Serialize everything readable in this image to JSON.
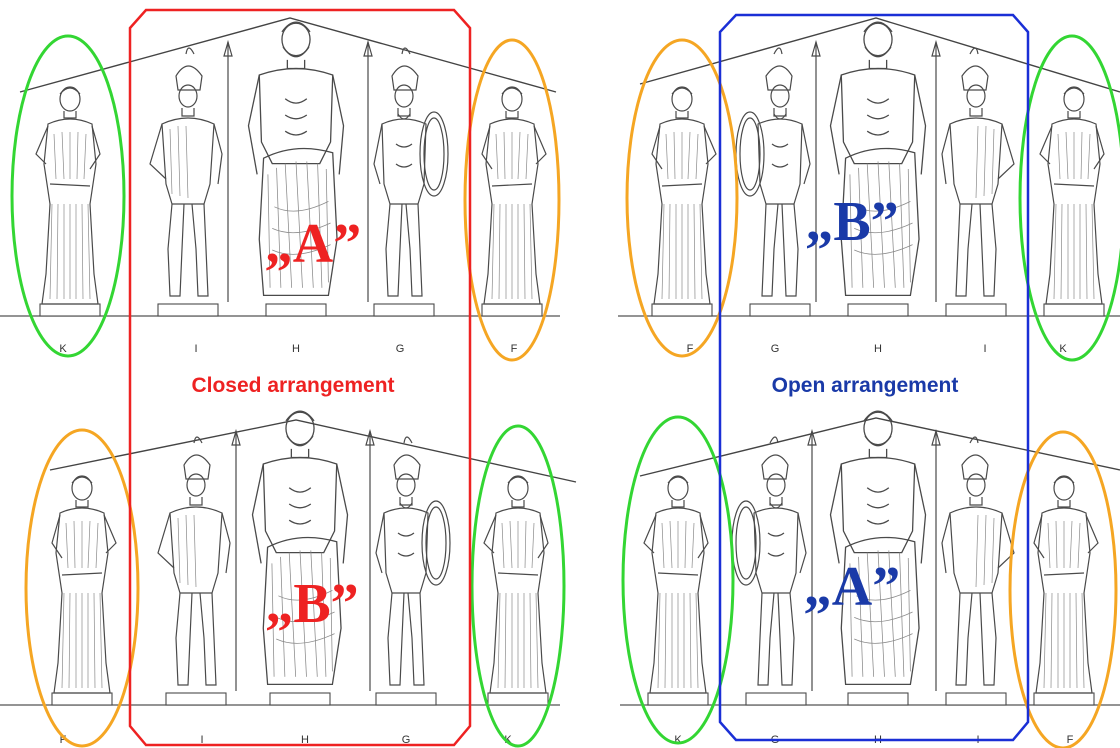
{
  "colors": {
    "closed": "#ee2222",
    "open": "#1a2fd6",
    "open_text": "#1a3aa8",
    "ring_orange": "#f5a623",
    "ring_green": "#33d633"
  },
  "closed_arrangement": {
    "title": "Closed arrangement",
    "panel_top": {
      "big_label": "„A”",
      "letters": [
        "K",
        "I",
        "H",
        "G",
        "F"
      ]
    },
    "panel_bottom": {
      "big_label": "„B”",
      "letters": [
        "F",
        "I",
        "H",
        "G",
        "K"
      ]
    }
  },
  "open_arrangement": {
    "title": "Open arrangement",
    "panel_top": {
      "big_label": "„B”",
      "letters": [
        "F",
        "G",
        "H",
        "I",
        "K"
      ]
    },
    "panel_bottom": {
      "big_label": "„A”",
      "letters": [
        "K",
        "G",
        "H",
        "I",
        "F"
      ]
    }
  }
}
